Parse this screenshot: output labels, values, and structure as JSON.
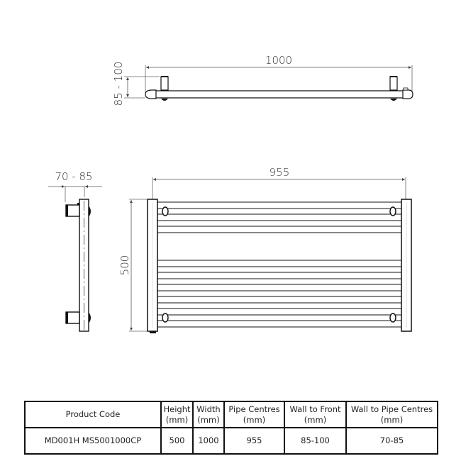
{
  "top_view": {
    "width_dim": "1000",
    "depth_dim": "85 - 100"
  },
  "side_view": {
    "wall_to_pipe_dim": "70 - 85"
  },
  "front_view": {
    "pipe_centres_dim": "955",
    "height_dim": "500",
    "rail_count": 11
  },
  "table": {
    "headers": [
      {
        "line1": "Product Code",
        "line2": ""
      },
      {
        "line1": "Height",
        "line2": "(mm)"
      },
      {
        "line1": "Width",
        "line2": "(mm)"
      },
      {
        "line1": "Pipe Centres",
        "line2": "(mm)"
      },
      {
        "line1": "Wall to Front",
        "line2": "(mm)"
      },
      {
        "line1": "Wall to Pipe Centres",
        "line2": "(mm)"
      }
    ],
    "rows": [
      [
        "MD001H MS5001000CP",
        "500",
        "1000",
        "955",
        "85-100",
        "70-85"
      ]
    ]
  },
  "colors": {
    "line": "#111111",
    "dim_line": "#555555",
    "text": "#333333"
  }
}
